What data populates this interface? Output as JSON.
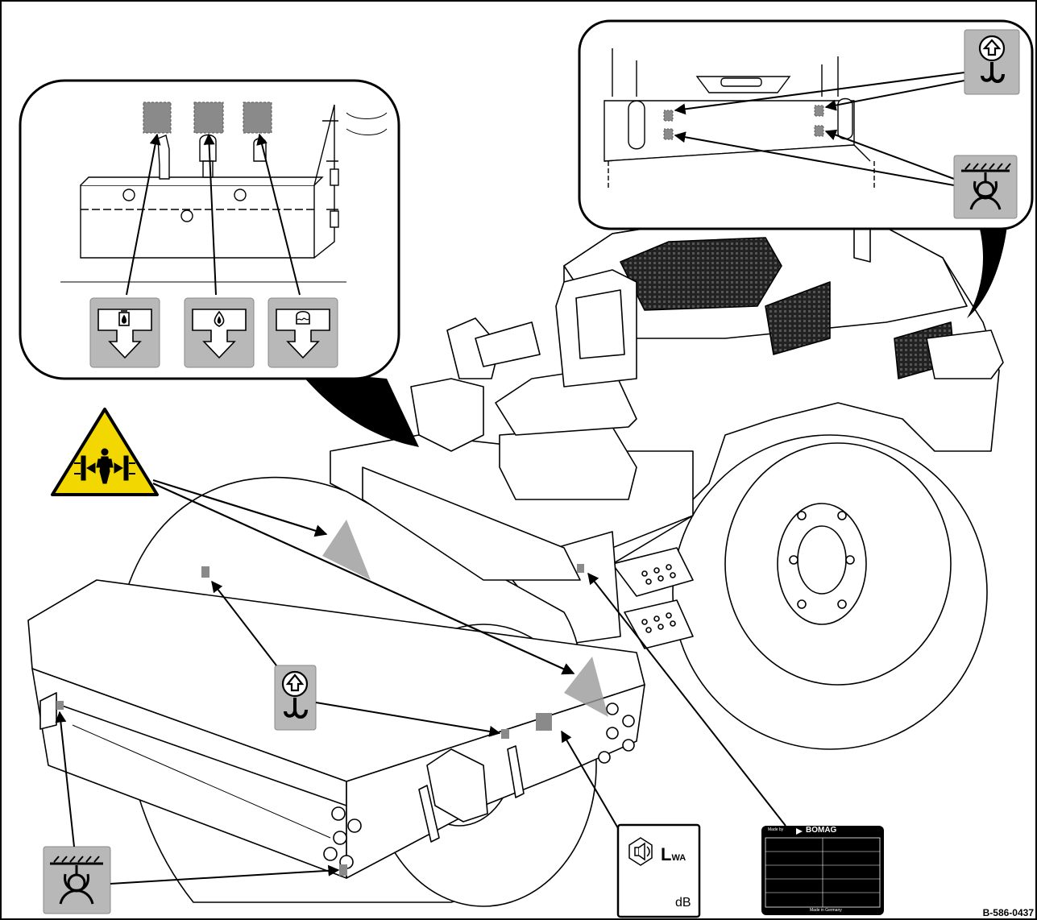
{
  "figure_id": "B-586-0437",
  "sound_label": {
    "symbol": "L",
    "subscript": "WA",
    "unit": "dB"
  },
  "nameplate": {
    "brand": "BOMAG",
    "made_by_prefix": "Made by",
    "footer": "Made in Germany"
  },
  "colors": {
    "warning_yellow": "#f2d800",
    "label_grey": "#b8b8b8",
    "decal_grey": "#8a8a8a",
    "outline": "#000000"
  },
  "callouts": [
    {
      "name": "hydraulic-oil-filler-label",
      "icon": "hydraulic-oil-drain-icon"
    },
    {
      "name": "engine-oil-drain-label",
      "icon": "engine-oil-drain-icon"
    },
    {
      "name": "coolant-drain-label",
      "icon": "coolant-drain-icon"
    },
    {
      "name": "lifting-point-label",
      "icon": "lifting-hook-icon"
    },
    {
      "name": "tie-down-point-label",
      "icon": "tie-down-icon"
    },
    {
      "name": "crush-hazard-warning",
      "icon": "crush-hazard-icon"
    },
    {
      "name": "sound-power-label",
      "icon": "sound-power-icon"
    },
    {
      "name": "type-plate",
      "icon": "nameplate-icon"
    }
  ]
}
